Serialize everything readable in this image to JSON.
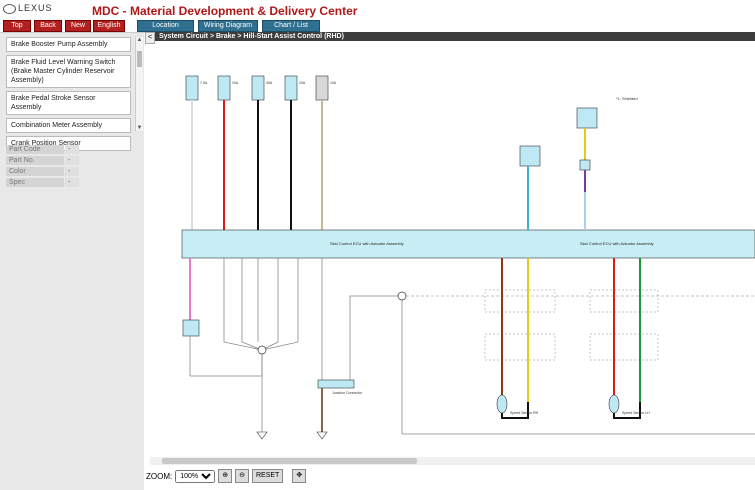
{
  "header": {
    "logo": "LEXUS",
    "title": "MDC - Material Development & Delivery Center",
    "nav": [
      "Top",
      "Back",
      "New",
      "English"
    ],
    "tabs": [
      "Location",
      "Wiring Diagram",
      "Chart / List"
    ]
  },
  "sidebar": {
    "items": [
      "Brake Booster Pump Assembly",
      "Brake Fluid Level Warning Switch (Brake Master Cylinder Reservoir Assembly)",
      "Brake Pedal Stroke Sensor Assembly",
      "Combination Meter Assembly",
      "Crank Position Sensor"
    ],
    "specs": [
      {
        "label": "Part Code",
        "value": "-"
      },
      {
        "label": "Part No.",
        "value": "-"
      },
      {
        "label": "Color",
        "value": "-"
      },
      {
        "label": "Spec",
        "value": "-"
      }
    ]
  },
  "breadcrumb": "System Circuit > Brake > Hill-Start Assist Control (RHD)",
  "diagram": {
    "fuses": [
      "7.5A",
      "20A",
      "30A",
      "20A",
      "10A"
    ],
    "ecu_label": "Skid Control ECU with Actuator Assembly",
    "sensor_left": "Speed Sensor RH",
    "sensor_right": "Speed Sensor LH",
    "junction_label": "Junction Connector",
    "legend": "*1: Shielded"
  },
  "zoom": {
    "label": "ZOOM:",
    "value": "100%",
    "options": [
      "100%"
    ],
    "reset": "RESET"
  }
}
